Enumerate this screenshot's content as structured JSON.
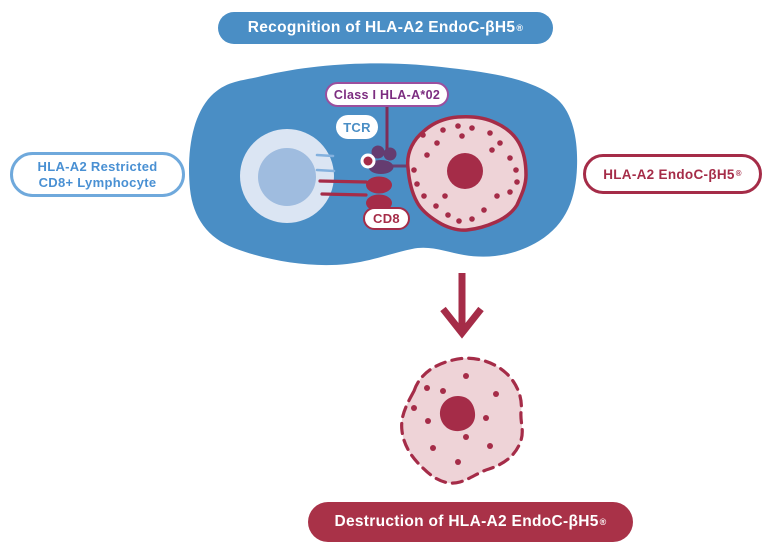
{
  "colors": {
    "blue": "#4A8EC5",
    "light_blue_border": "#6FA9DC",
    "blue_text": "#4990D3",
    "crimson": "#A52C48",
    "banner_red": "#A93248",
    "purple_border": "#9B4F9E",
    "purple_text": "#7C2D80",
    "dark_purple": "#653C70",
    "pink": "#EED3D7",
    "lymph_outer": "#DBE5F3",
    "lymph_inner": "#9FBCDF",
    "tick_blue": "#84B1DE",
    "connector_purple": "#6A4070",
    "connector_maroon": "#7E2D57"
  },
  "banners": {
    "top": {
      "label": "Recognition of HLA-A2 EndoC-βH5",
      "reg": "®"
    },
    "bottom": {
      "label": "Destruction of HLA-A2 EndoC-βH5",
      "reg": "®"
    }
  },
  "labels": {
    "left": {
      "line1": "HLA-A2 Restricted",
      "line2": "CD8+ Lymphocyte"
    },
    "right": {
      "label": "HLA-A2 EndoC-βH5",
      "reg": "®"
    },
    "mhc": "Class I HLA-A*02",
    "tcr": "TCR",
    "cd8": "CD8"
  }
}
